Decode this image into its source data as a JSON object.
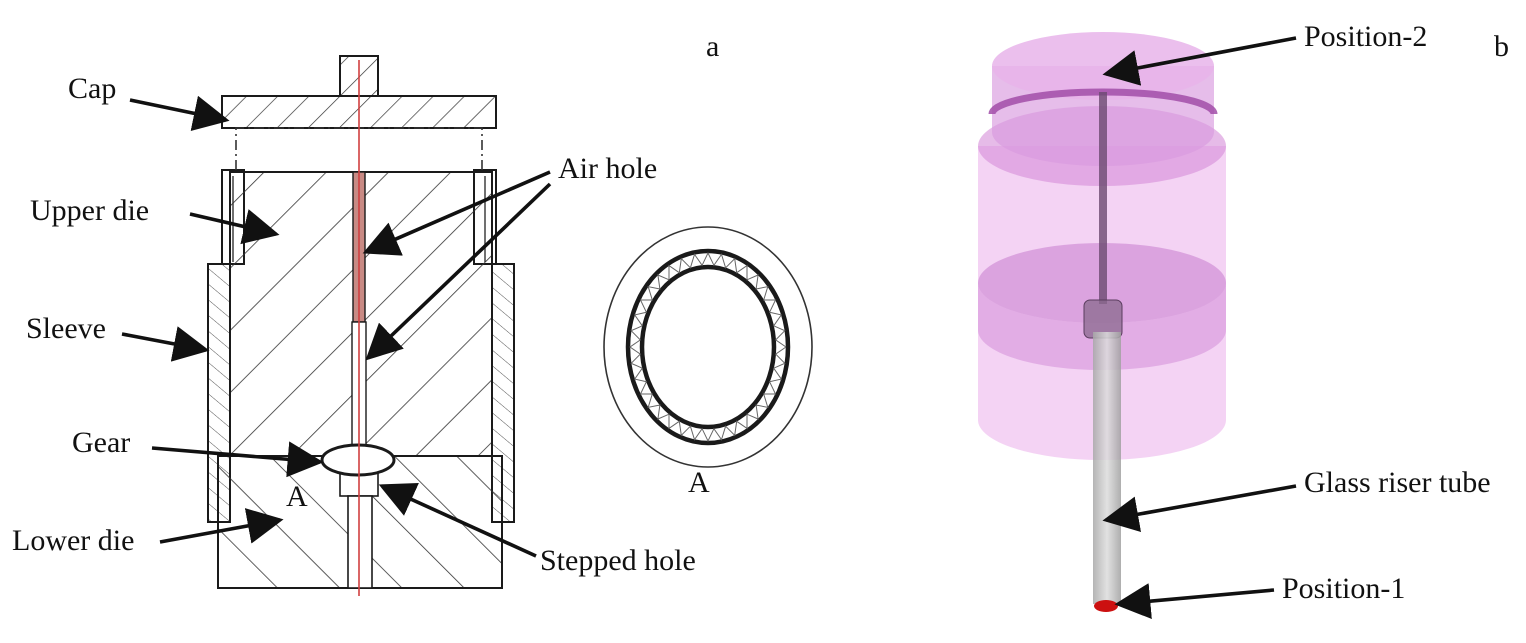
{
  "panel_a": {
    "letter": "a",
    "labels": {
      "cap": "Cap",
      "upper_die": "Upper die",
      "sleeve": "Sleeve",
      "gear": "Gear",
      "lower_die": "Lower die",
      "air_hole": "Air hole",
      "stepped_hole": "Stepped hole",
      "section_marker": "A"
    },
    "detail_label": "A"
  },
  "panel_b": {
    "letter": "b",
    "labels": {
      "position_2": "Position-2",
      "glass_riser_tube": "Glass riser tube",
      "position_1": "Position-1"
    }
  },
  "colors": {
    "line": "#1a1a1a",
    "hatch": "#333333",
    "centerline": "#d04040",
    "air_hole_fill": "#c88a84",
    "cylinder_pink": "#e6a6e6",
    "cylinder_magenta": "#c46ccc",
    "tube_gray": "#b8b8b8",
    "position_1_marker": "#cc1010"
  }
}
